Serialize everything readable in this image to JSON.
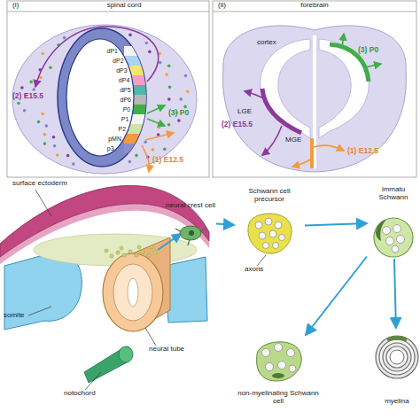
{
  "diagram": {
    "nodes": [
      {
        "text": [
          "neural crest cell"
        ]
      },
      {
        "text": [
          "Schwann cell precursor"
        ]
      },
      {
        "text": [
          "immatu Schwann"
        ]
      },
      {
        "text": [
          "non-myelinating Schwann cell"
        ]
      },
      {
        "text": [
          "myelina"
        ]
      }
    ],
    "edges": [
      {
        "from": 0,
        "to": 1,
        "arrow": "to"
      },
      {
        "from": 1,
        "to": 2,
        "arrow": "to"
      },
      {
        "from": 2,
        "to": 3,
        "arrow": "to"
      },
      {
        "from": 2,
        "to": 4,
        "arrow": "to"
      }
    ],
    "labels": [
      "(i)",
      "spinal cord",
      "dP1",
      "dP2",
      "dP3",
      "dP4",
      "dP5",
      "dP6",
      "P0",
      "P1",
      "P2",
      "pMN",
      "p3",
      "(2) E15.5",
      "(3) P0",
      "(1) E12.5",
      "(ii)",
      "forebrain",
      "cortex",
      "LGE",
      "MGE",
      "(2) E15.5",
      "(3) P0",
      "(1) E12.5",
      "surface ectoderm",
      "somite",
      "notochord",
      "neural tube",
      "axons"
    ]
  }
}
